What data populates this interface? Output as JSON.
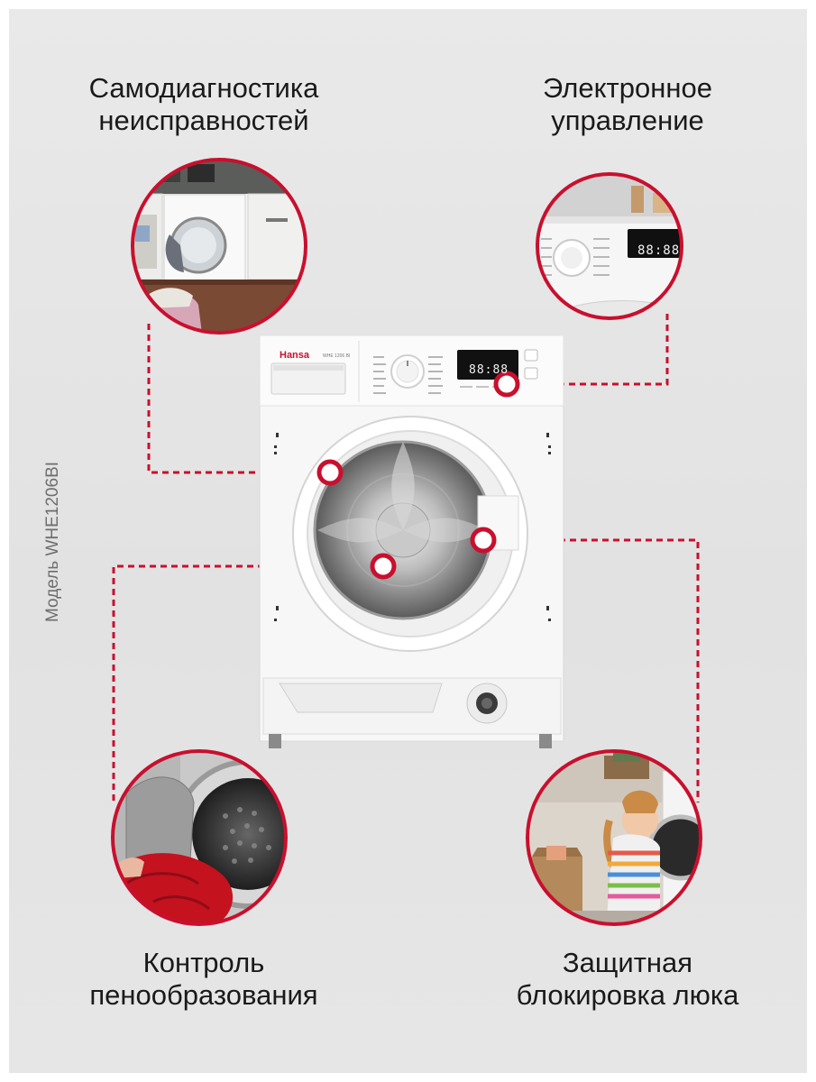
{
  "features": {
    "top_left": {
      "line1": "Самодиагностика",
      "line2": "неисправностей",
      "photo_icon": "washer-in-kitchen-photo"
    },
    "top_right": {
      "line1": "Электронное",
      "line2": "управление",
      "photo_icon": "control-panel-photo"
    },
    "bottom_left": {
      "line1": "Контроль",
      "line2": "пенообразования",
      "photo_icon": "foam-control-photo"
    },
    "bottom_right": {
      "line1": "Защитная",
      "line2": "блокировка люка",
      "photo_icon": "child-lock-photo"
    }
  },
  "product": {
    "model_caption": "Модель WHE1206BI",
    "brand": "Hansa",
    "model_code": "WHE 1206 BI",
    "display_value": "88:88"
  },
  "colors": {
    "accent": "#c8102e",
    "background": "#e6e6e6",
    "text": "#1a1a1a",
    "caption": "#6e6e6e"
  }
}
